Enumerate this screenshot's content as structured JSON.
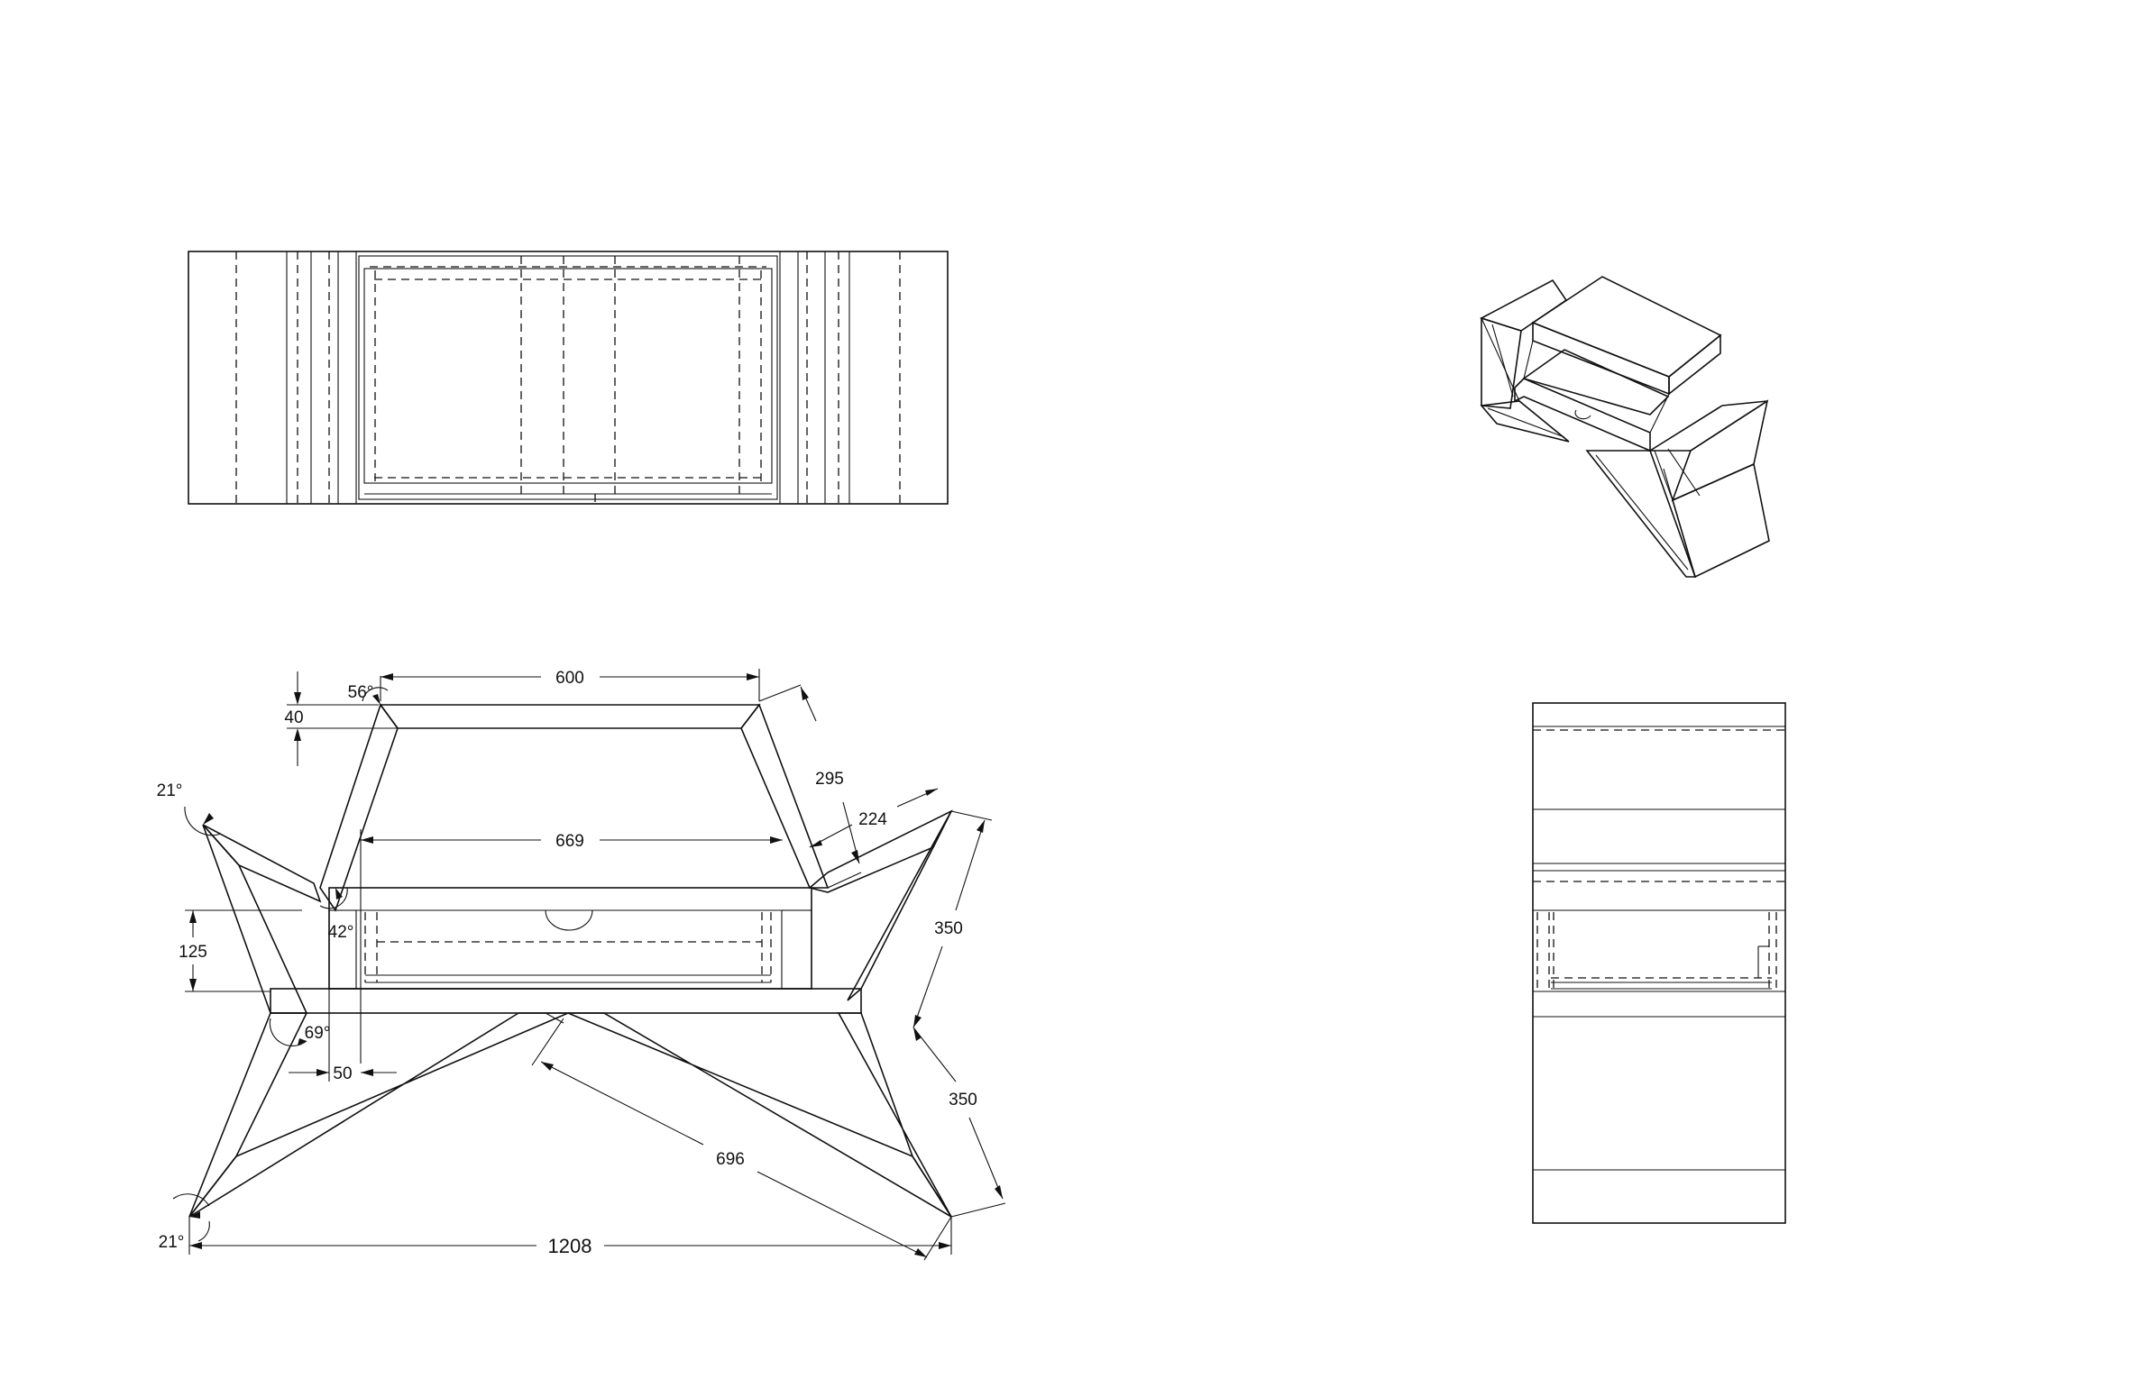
{
  "drawing": {
    "views": {
      "top_view": "top-view",
      "front_view": "front-view",
      "side_view": "side-view",
      "iso_view": "isometric-view"
    },
    "dimensions": {
      "top_width": "600",
      "leg_slant": "295",
      "inner_width": "669",
      "wing_width": "224",
      "upper_depth": "40",
      "drawer_height": "125",
      "right_upper_leg": "350",
      "right_lower_leg": "350",
      "cross_brace": "696",
      "overall_width": "1208",
      "foot_offset": "50"
    },
    "angles": {
      "top_corner": "56°",
      "upper_left": "21°",
      "lower_left": "21°",
      "inner_joint": "42°",
      "knee": "69°"
    }
  }
}
